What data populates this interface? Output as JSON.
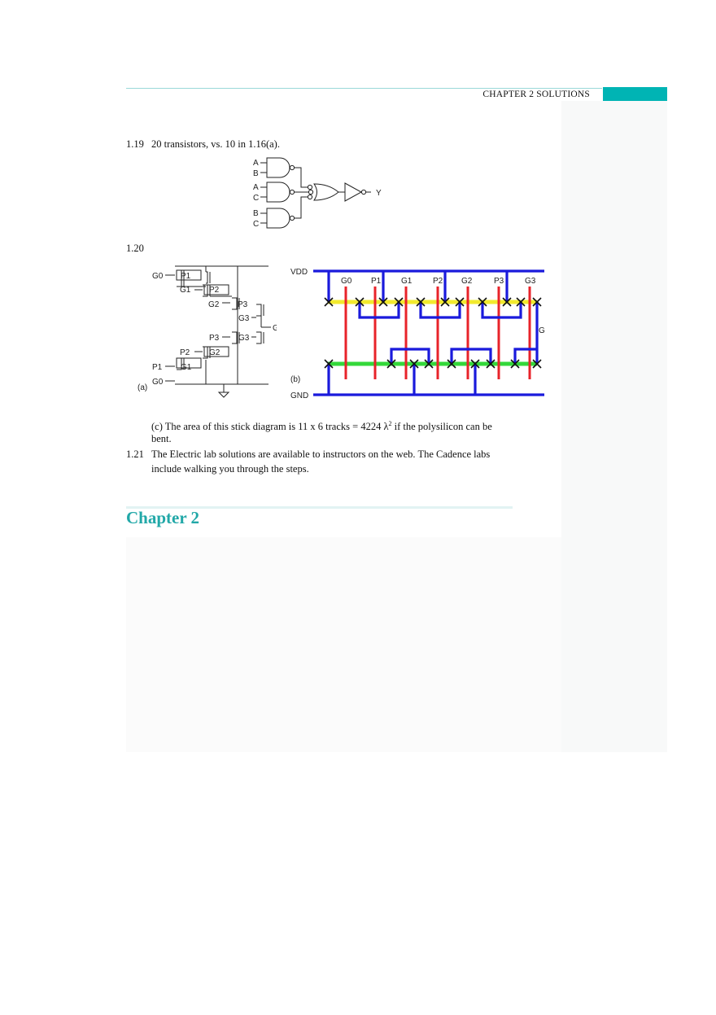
{
  "header": {
    "title": "CHAPTER 2 SOLUTIONS",
    "accent_color": "#00b4b4"
  },
  "problems": [
    {
      "number": "1.19",
      "text": "20 transistors, vs. 10 in 1.16(a)."
    },
    {
      "number": "1.20",
      "text": ""
    },
    {
      "number": "1.21",
      "text_line1": "The Electric lab solutions are available to instructors on the web.  The Cadence labs",
      "text_line2": "include walking you through the steps."
    }
  ],
  "gate_diagram": {
    "inputs": [
      "A",
      "B",
      "A",
      "C",
      "B",
      "C"
    ],
    "output": "Y"
  },
  "figure_a": {
    "caption": "(a)",
    "top_labels": [
      "G0",
      "P1",
      "G1",
      "P2",
      "G2",
      "P3",
      "G3"
    ],
    "output_label": "G",
    "bottom_labels": [
      "P3",
      "G3",
      "P2",
      "G2",
      "P1",
      "G1",
      "G0"
    ]
  },
  "figure_b": {
    "caption": "(b)",
    "vdd_label": "VDD",
    "gnd_label": "GND",
    "column_labels": [
      "G0",
      "P1",
      "G1",
      "P2",
      "G2",
      "P3",
      "G3"
    ],
    "output_label": "G",
    "colors": {
      "metal": "#1a1adc",
      "poly": "#e8232a",
      "p_diffusion": "#f2ea2e",
      "n_diffusion": "#34d83a"
    }
  },
  "caption_c": {
    "line1_pre": "(c) The area of this stick diagram is 11 x 6 tracks = 4224 λ",
    "line1_sup": "2",
    "line1_post": " if the polysilicon can be",
    "line2": "bent."
  },
  "chapter": {
    "title": "Chapter 2",
    "color": "#22a8a8"
  }
}
